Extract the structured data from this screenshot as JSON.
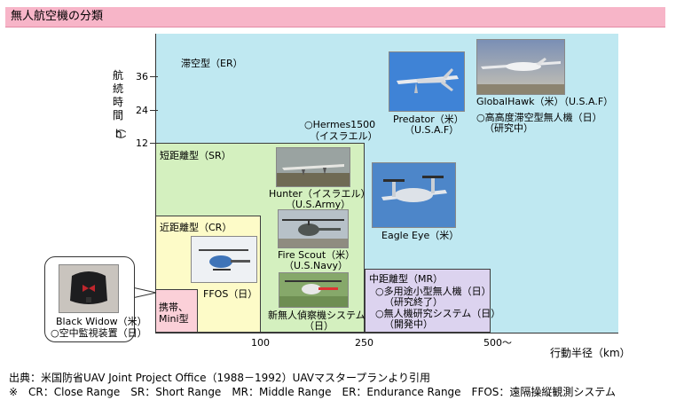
{
  "header": {
    "title": "無人航空機の分類"
  },
  "axes": {
    "y_label_chars": [
      "航",
      "続",
      "時",
      "間",
      "（",
      "h",
      "）"
    ],
    "y_ticks": [
      "36",
      "24",
      "12"
    ],
    "x_ticks": [
      "100",
      "250",
      "500〜"
    ],
    "x_label": "行動半径（km）"
  },
  "zones": {
    "endurance": "滞空型（ER）",
    "short": "短距離型（SR）",
    "close": "近距離型（CR）",
    "mini_line1": "携帯、",
    "mini_line2": "Mini型",
    "middle": "中距離型（MR）"
  },
  "aircraft": {
    "hermes_line1": "○Hermes1500",
    "hermes_line2": "（イスラエル）",
    "predator_line1": "Predator（米）",
    "predator_line2": "（U.S.A.F）",
    "globalhawk_line1": "GlobalHawk（米）（U.S.A.F）",
    "globalhawk_line2": "○高高度滞空型無人機（日）",
    "globalhawk_line3": "（研究中）",
    "hunter_line1": "Hunter（イスラエル）",
    "hunter_line2": "（U.S.Army）",
    "firescout_line1": "Fire Scout（米）",
    "firescout_line2": "（U.S.Navy）",
    "eagleeye": "Eagle Eye（米）",
    "ffos": "FFOS（日）",
    "new_uav_line1": "新無人偵察機システム",
    "new_uav_line2": "（日）",
    "mr_item1_line1": "○多用途小型無人機（日）",
    "mr_item1_line2": "（研究終了）",
    "mr_item2_line1": "○無人機研究システム（日）",
    "mr_item2_line2": "（開発中）",
    "blackwidow_line1": "Black Widow（米）",
    "blackwidow_line2": "○空中監視装置（日）"
  },
  "footnotes": {
    "source": "出典：米国防省UAV Joint Project Office（1988－1992）UAVマスタープランより引用",
    "abbr": "※　CR：Close Range　SR：Short Range　MR：Middle Range　ER：Endurance Range　FFOS：遠隔操縦観測システム"
  },
  "colors": {
    "header": "#f7b5c8",
    "endurance": "#bfe8f1",
    "short": "#d4f0bf",
    "close": "#fdfbc8",
    "mini": "#fbd0d8",
    "middle": "#dcd3ef"
  },
  "icons": [
    "predator-photo",
    "globalhawk-photo",
    "hunter-photo",
    "firescout-photo",
    "eagleeye-photo",
    "ffos-photo",
    "new-uav-photo",
    "blackwidow-photo"
  ]
}
